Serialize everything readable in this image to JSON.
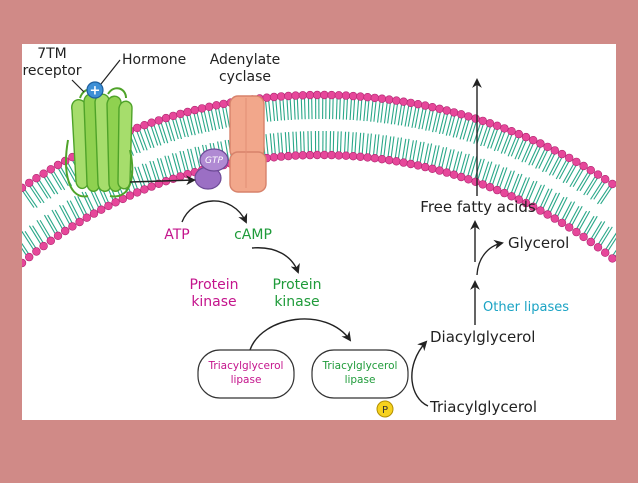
{
  "labels": {
    "receptor_line1": "7TM",
    "receptor_line2": "receptor",
    "hormone": "Hormone",
    "adenylate_line1": "Adenylate",
    "adenylate_line2": "cyclase",
    "gtp": "GTP",
    "atp": "ATP",
    "camp": "cAMP",
    "pk_inactive_line1": "Protein",
    "pk_inactive_line2": "kinase",
    "pk_active_line1": "Protein",
    "pk_active_line2": "kinase",
    "tgl_inactive_line1": "Triacylglycerol",
    "tgl_inactive_line2": "lipase",
    "tgl_active_line1": "Triacylglycerol",
    "tgl_active_line2": "lipase",
    "phosphate": "P",
    "triacylglycerol": "Triacylglycerol",
    "diacylglycerol": "Diacylglycerol",
    "other_lipases": "Other lipases",
    "glycerol": "Glycerol",
    "free_fatty_acids": "Free fatty acids",
    "hormone_symbol": "+"
  },
  "colors": {
    "frame_background": "#d08a87",
    "panel_background": "#ffffff",
    "lipid_head": "#e6479a",
    "lipid_tail": "#2aa889",
    "receptor": "#7cc443",
    "adenylate_cyclase": "#f2a78b",
    "g_protein": "#9b6fc4",
    "hormone": "#3d8fd6",
    "magenta_text": "#c4148c",
    "green_text": "#1f9b3a",
    "cyan_text": "#1aa3c4",
    "phosphate": "#f6d21e"
  }
}
